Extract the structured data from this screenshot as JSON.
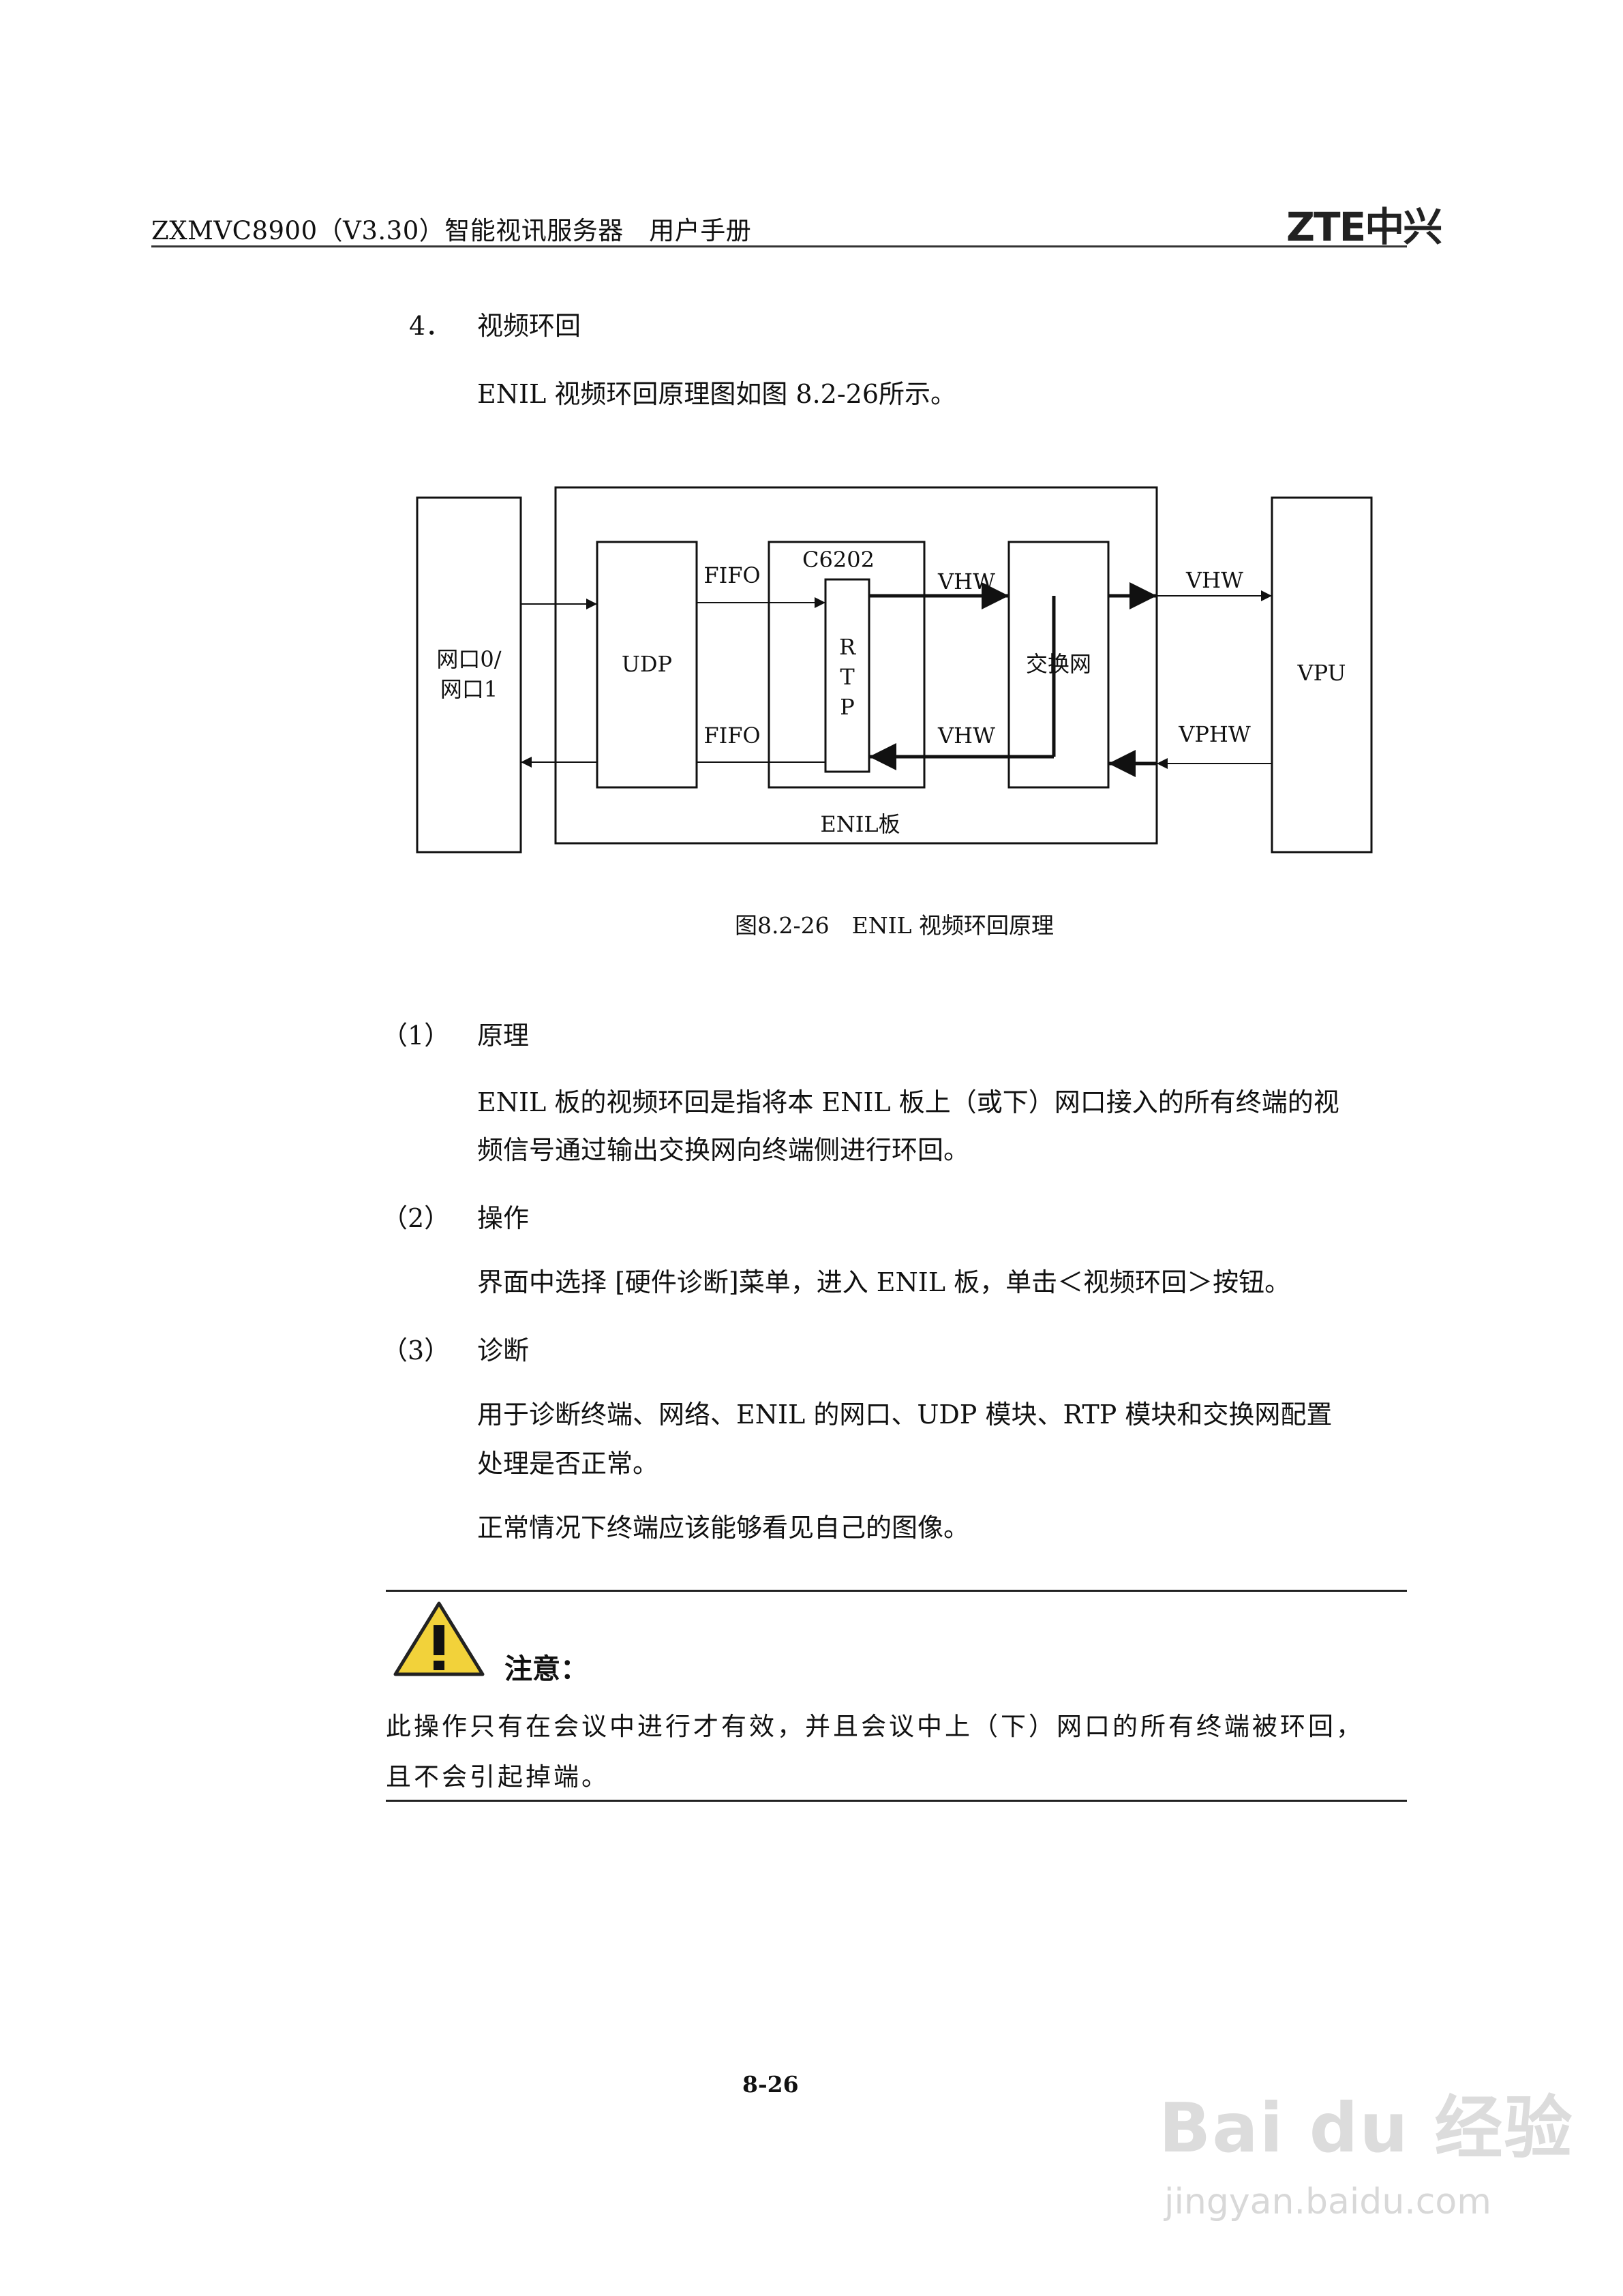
{
  "header": {
    "title": "ZXMVC8900（V3.30）智能视讯服务器　用户手册",
    "logo": "ZTE中兴"
  },
  "section": {
    "number": "4．",
    "title": "视频环回",
    "intro": "ENIL 视频环回原理图如图 8.2-26所示。"
  },
  "diagram": {
    "port_line1": "网口0/",
    "port_line2": "网口1",
    "udp": "UDP",
    "fifo_top": "FIFO",
    "fifo_bottom": "FIFO",
    "chip": "C6202",
    "rtp_r": "R",
    "rtp_t": "T",
    "rtp_p": "P",
    "vhw_top": "VHW",
    "vhw_bottom": "VHW",
    "switch": "交换网",
    "vhw_right": "VHW",
    "vphw": "VPHW",
    "vpu": "VPU",
    "board": "ENIL板"
  },
  "caption": "图8.2-26　ENIL 视频环回原理",
  "items": [
    {
      "num": "（1）",
      "title": "原理",
      "lines": [
        "ENIL 板的视频环回是指将本 ENIL 板上（或下）网口接入的所有终端的视",
        "频信号通过输出交换网向终端侧进行环回。"
      ]
    },
    {
      "num": "（2）",
      "title": "操作",
      "lines": [
        "界面中选择 [硬件诊断]菜单，进入 ENIL 板，单击＜视频环回＞按钮。"
      ]
    },
    {
      "num": "（3）",
      "title": "诊断",
      "lines": [
        "用于诊断终端、网络、ENIL 的网口、UDP 模块、RTP 模块和交换网配置",
        "处理是否正常。",
        "正常情况下终端应该能够看见自己的图像。"
      ]
    }
  ],
  "note": {
    "label": "注意：",
    "line1": "此操作只有在会议中进行才有效，并且会议中上（下）网口的所有终端被环回，",
    "line2": "且不会引起掉端。"
  },
  "page_number": "8-26",
  "watermark": {
    "brand": "Bai du 经验",
    "url": "jingyan.baidu.com"
  }
}
